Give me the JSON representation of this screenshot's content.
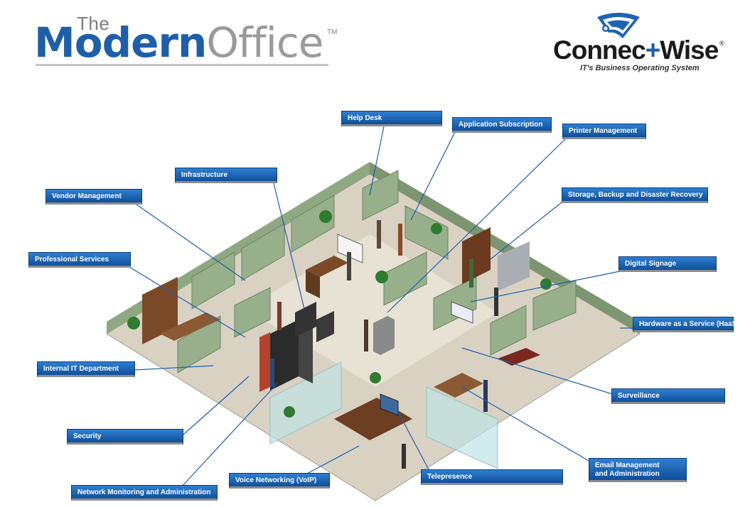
{
  "header": {
    "title_small": "The",
    "title_bold": "Modern",
    "title_light": "Office",
    "title_mark": "TM"
  },
  "logo": {
    "name_part1": "Connec",
    "name_plus": "+",
    "name_part2": "Wise",
    "registered": "®",
    "tagline": "IT's Business Operating System"
  },
  "colors": {
    "label_blue": "#1f64b4",
    "brand_blue": "#1f5fa8",
    "leader_line": "#1b5fae",
    "floor_tile": "#d9d2c3",
    "cubicle_green": "#8fa882"
  },
  "labels": {
    "help_desk": "Help Desk",
    "application_subscription": "Application Subscription",
    "printer_management": "Printer Management",
    "infrastructure": "Infrastructure",
    "vendor_management": "Vendor Management",
    "storage_backup": "Storage, Backup and Disaster Recovery",
    "professional_services": "Professional Services",
    "digital_signage": "Digital Signage",
    "hardware_as_a_service": "Hardware as a Service (HaaS)",
    "internal_it": "Internal IT Department",
    "surveillance": "Surveillance",
    "security": "Security",
    "email_management_1": "Email Management",
    "email_management_2": "and Administration",
    "telepresence": "Telepresence",
    "voice_networking": "Voice Networking (VoIP)",
    "network_monitoring": "Network Monitoring and Administration"
  }
}
